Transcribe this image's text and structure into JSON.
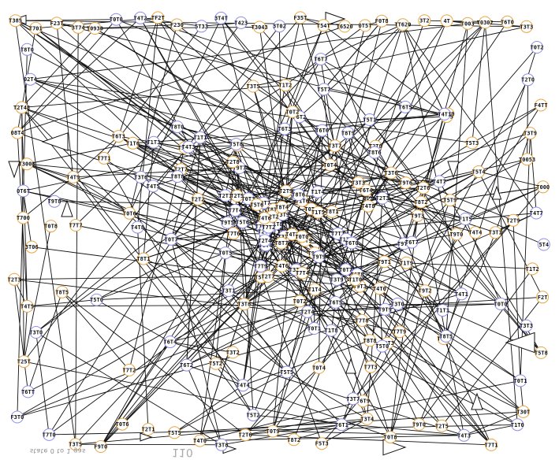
{
  "footer": {
    "left_text": "state 0 to 1 gas",
    "center_text": "110"
  },
  "colors": {
    "node_orange": "#e8a646",
    "node_blue": "#8e8ee8",
    "edge": "#111111"
  },
  "graph": {
    "node_labels": [
      "T385",
      "T701",
      "F23T",
      "3T74",
      "T0930",
      "T0T0",
      "T4T2",
      "TF2T",
      "F230",
      "5T33",
      "3T4T",
      "T423",
      "T3043",
      "3T02",
      "F35T",
      "T54T",
      "T6520",
      "0T5T",
      "F0T8",
      "TT620",
      "3T2",
      "4T",
      "T003",
      "T0302",
      "T6T0",
      "T3T3",
      "T8T0",
      "02T4",
      "T2T48",
      "08T4",
      "T3008",
      "0T6T",
      "T700",
      "3T06",
      "T2T3",
      "T4T5",
      "T3T0",
      "T25T",
      "T6TT",
      "F3T0",
      "T0T2",
      "T2T0",
      "F4TT",
      "T3T9",
      "T0053",
      "T000",
      "T4T7",
      "5T4",
      "T1T2",
      "F2T",
      "T3T3",
      "T5T8",
      "T0T1",
      "T30T",
      "T7T0",
      "T3T5",
      "F9T0",
      "T0T6",
      "T2T1",
      "T5T5",
      "T4T0",
      "T3T8",
      "T2T6",
      "T0T9",
      "T8T2",
      "F5T3",
      "T6T1",
      "T3T4",
      "T0T8",
      "T9T0",
      "T2T5",
      "T4T3",
      "T7T1",
      "T1T0",
      "F3T7",
      "T0T4",
      "T5T2",
      "T6T6",
      "T3T1",
      "T2T7",
      "T4T9",
      "T8T5",
      "T9T2",
      "T0T3",
      "T1T6",
      "T7T3",
      "T3T6",
      "T5T0",
      "T2T9",
      "T6T4",
      "T0T7",
      "T4T1",
      "F6T2",
      "T9T5",
      "T3T7",
      "T1T4",
      "T8T8",
      "T2T2",
      "T5T6",
      "T0T5",
      "T7T7",
      "T4T6",
      "T6T9",
      "T1T8",
      "T3T2",
      "T9T9",
      "T0T0",
      "T5T9",
      "T2T4",
      "T8T1",
      "F1T5",
      "T7T4",
      "T4T4",
      "T6T3",
      "T1T1",
      "T3T9",
      "T9T3",
      "T0T2",
      "T5T1",
      "T2T8",
      "T8T6",
      "T7T9",
      "T4T8",
      "T6T7",
      "T1T3",
      "T3T3",
      "T9T6",
      "T0T9",
      "T5T4",
      "T2T0",
      "T8T3",
      "T7T2",
      "T4T2",
      "T6T5",
      "T1T9",
      "T3T0",
      "T9T1",
      "T0T1",
      "T5T7",
      "T2T3",
      "T8T9",
      "T7T6",
      "T4T5",
      "T6T8",
      "T1T7",
      "T3T8",
      "T9T8",
      "T0T6",
      "T5T3",
      "T2T6",
      "T8T4",
      "T7T8",
      "T4T7",
      "T6T0",
      "T1T2",
      "T3T5",
      "T9T4",
      "T0T4",
      "T5T8",
      "T2T1",
      "T8T7",
      "T7T5",
      "T4T0",
      "T6T2",
      "T1T5",
      "T3T4",
      "T9T7",
      "T0T8",
      "T5T5",
      "T2T9",
      "T8T0",
      "T7T1",
      "T4T3",
      "T6T6",
      "T1T0",
      "T3T1",
      "T9T0",
      "T0T3",
      "T5T2",
      "T2T5",
      "T8T2",
      "T7T3",
      "T4T9",
      "T6T4",
      "T1T6",
      "T3T6",
      "T9T5",
      "T0T7",
      "T5T0",
      "T2T7",
      "T8T5",
      "T7T7",
      "T4T1",
      "T6T9",
      "T1T8",
      "T3T2",
      "T9T2",
      "T0T5",
      "T5T9",
      "T2T2",
      "T8T8",
      "T7T4",
      "T4T6",
      "T6T3",
      "T1T1",
      "T3T9",
      "T9T9",
      "T0T0",
      "T5T6",
      "T2T4",
      "T8T1",
      "T7T9",
      "T4T4",
      "T6T7",
      "T1T4",
      "T3T7",
      "T9T3",
      "T0T2",
      "T5T1",
      "T2T8",
      "T8T6",
      "T7T2",
      "T4T8",
      "T6T5"
    ]
  }
}
